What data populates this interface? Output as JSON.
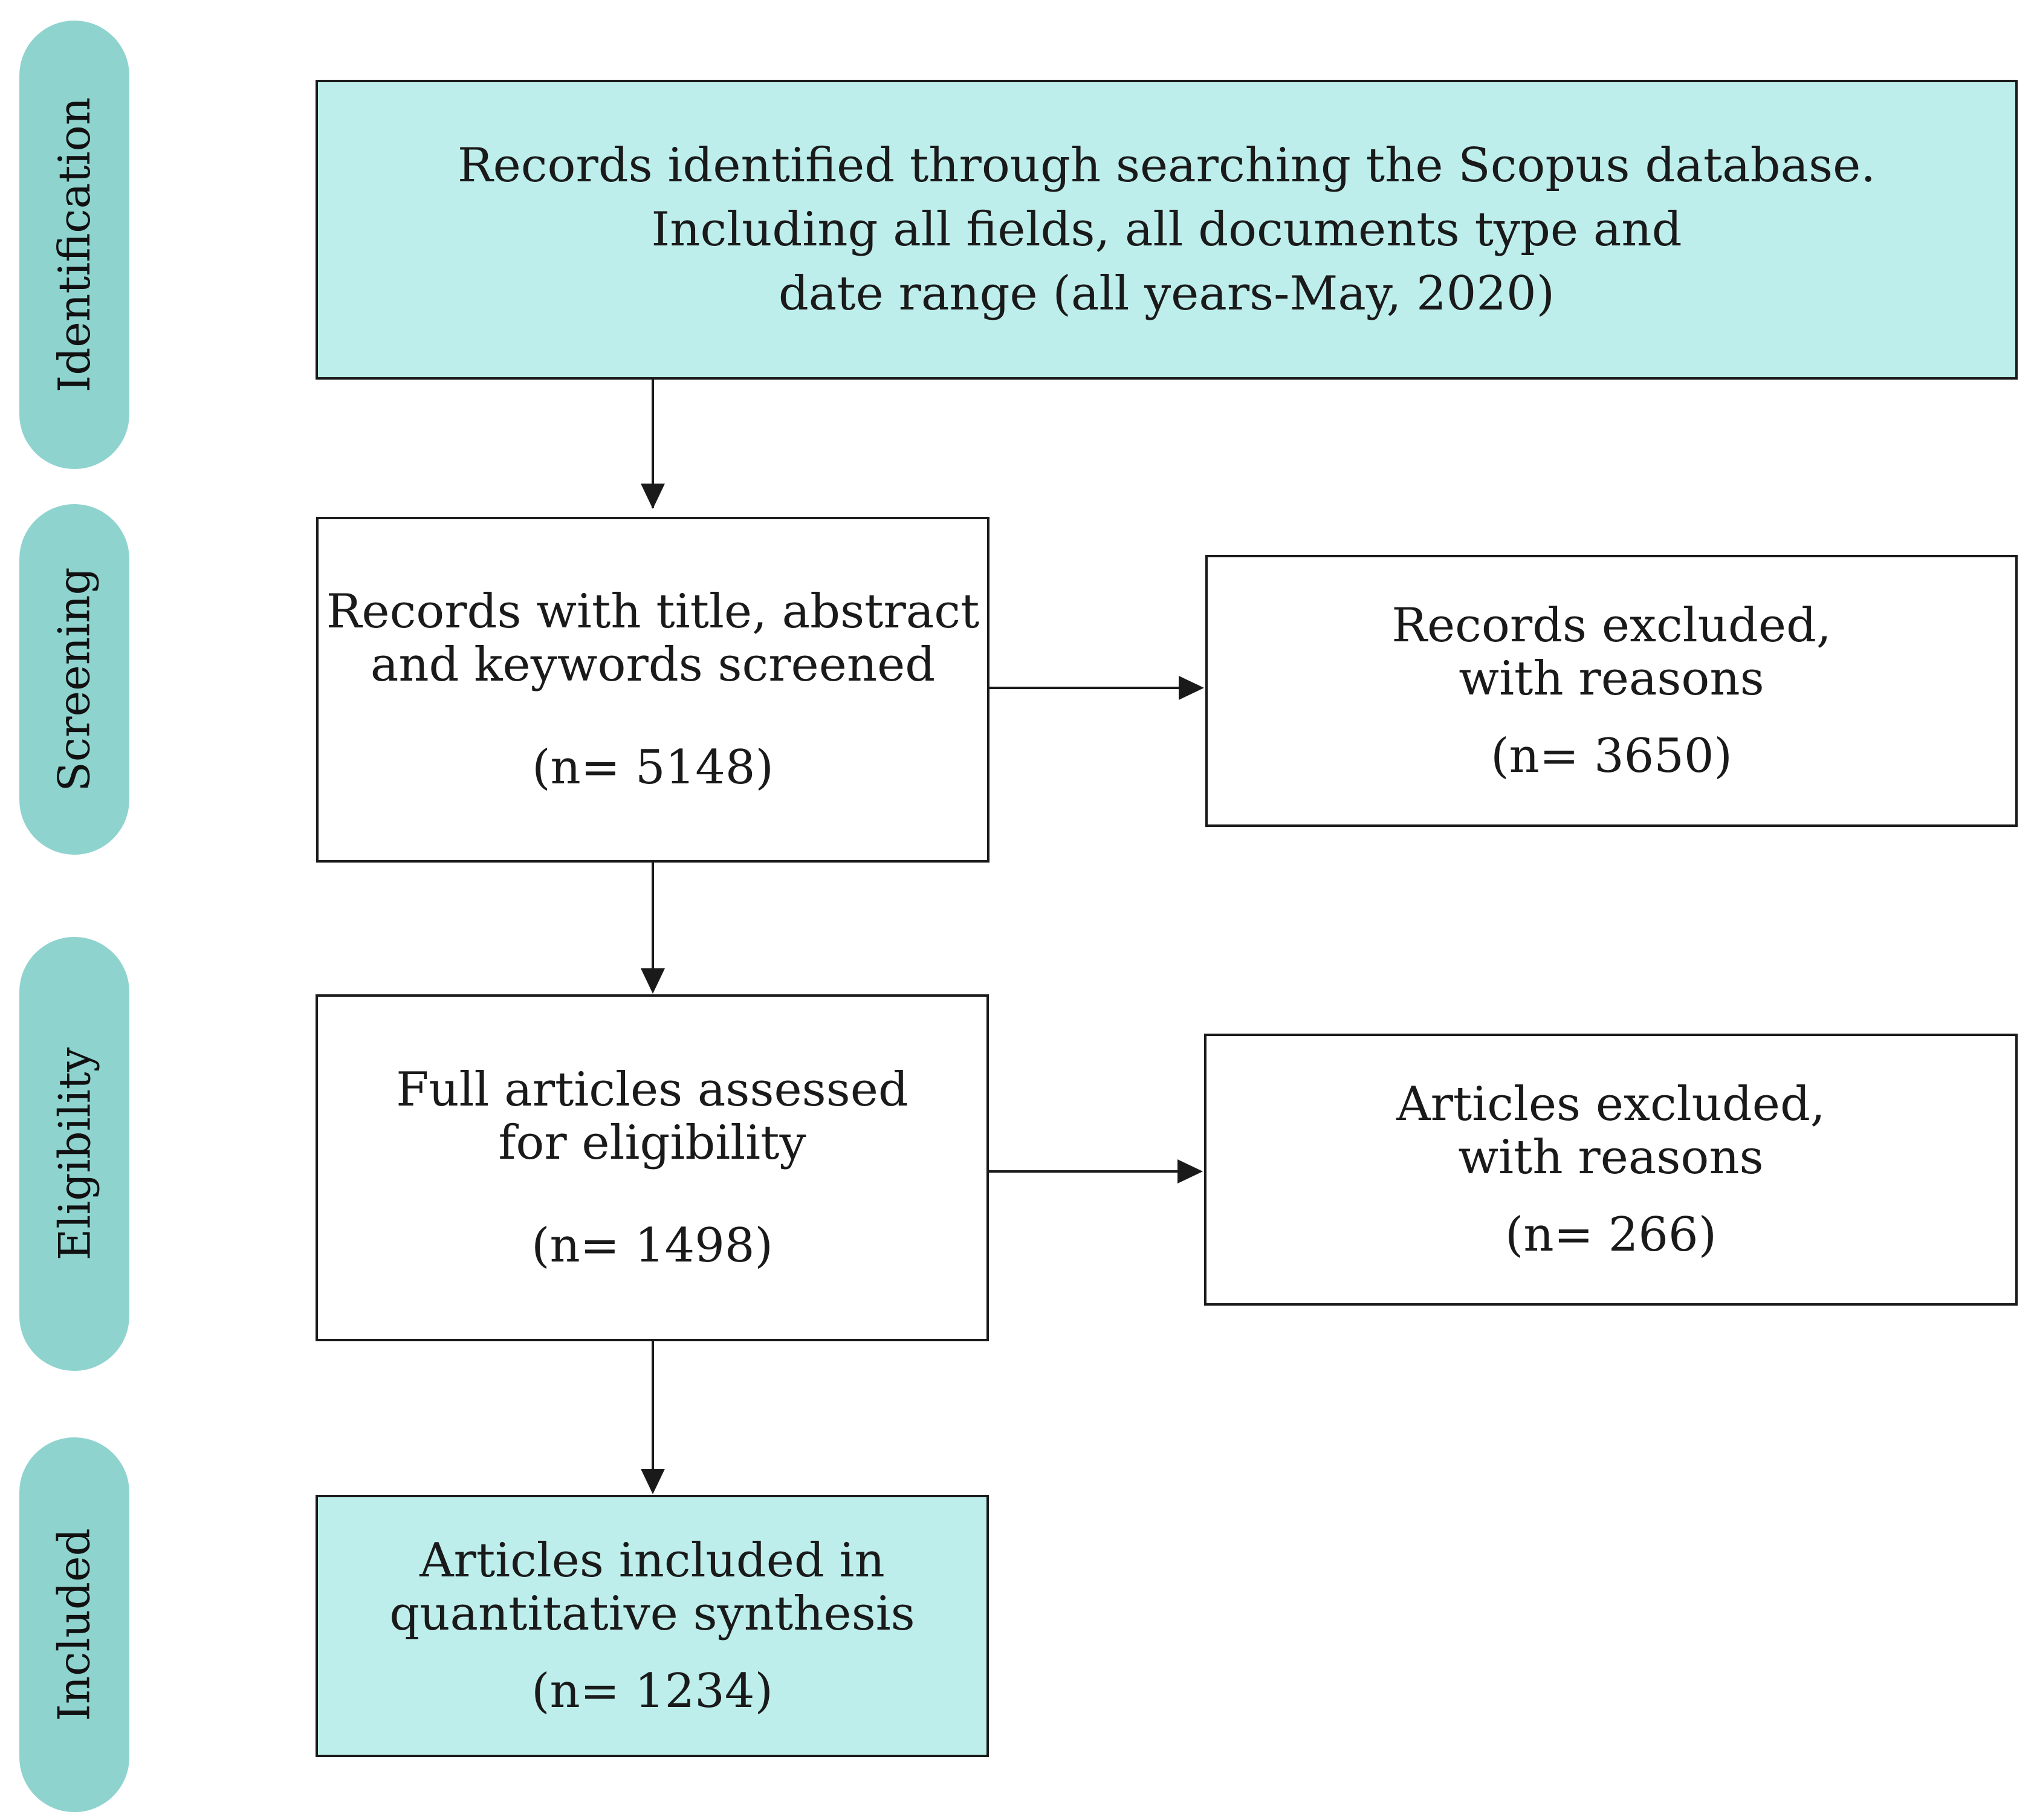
{
  "stages": {
    "identification": "Identification",
    "screening": "Screening",
    "eligibility": "Eligibility",
    "included": "Included"
  },
  "boxes": {
    "identified": {
      "lines": [
        "Records identified through searching the Scopus database.",
        "Including all fields, all documents type and",
        "date range (all years-May, 2020)"
      ]
    },
    "screened": {
      "lines": [
        "Records with title, abstract",
        "and keywords screened"
      ],
      "count": "(n= 5148)"
    },
    "records_excluded": {
      "lines": [
        "Records excluded,",
        "with reasons"
      ],
      "count": "(n= 3650)"
    },
    "full_articles": {
      "lines": [
        "Full articles assessed",
        "for eligibility"
      ],
      "count": "(n= 1498)"
    },
    "articles_excluded": {
      "lines": [
        "Articles excluded,",
        "with reasons"
      ],
      "count": "(n= 266)"
    },
    "included": {
      "lines": [
        "Articles included in",
        "quantitative synthesis"
      ],
      "count": "(n= 1234)"
    }
  },
  "colors": {
    "stage_pill": "#8fd3cf",
    "highlight_box": "#bdeeeb",
    "line": "#1a1a1a"
  }
}
